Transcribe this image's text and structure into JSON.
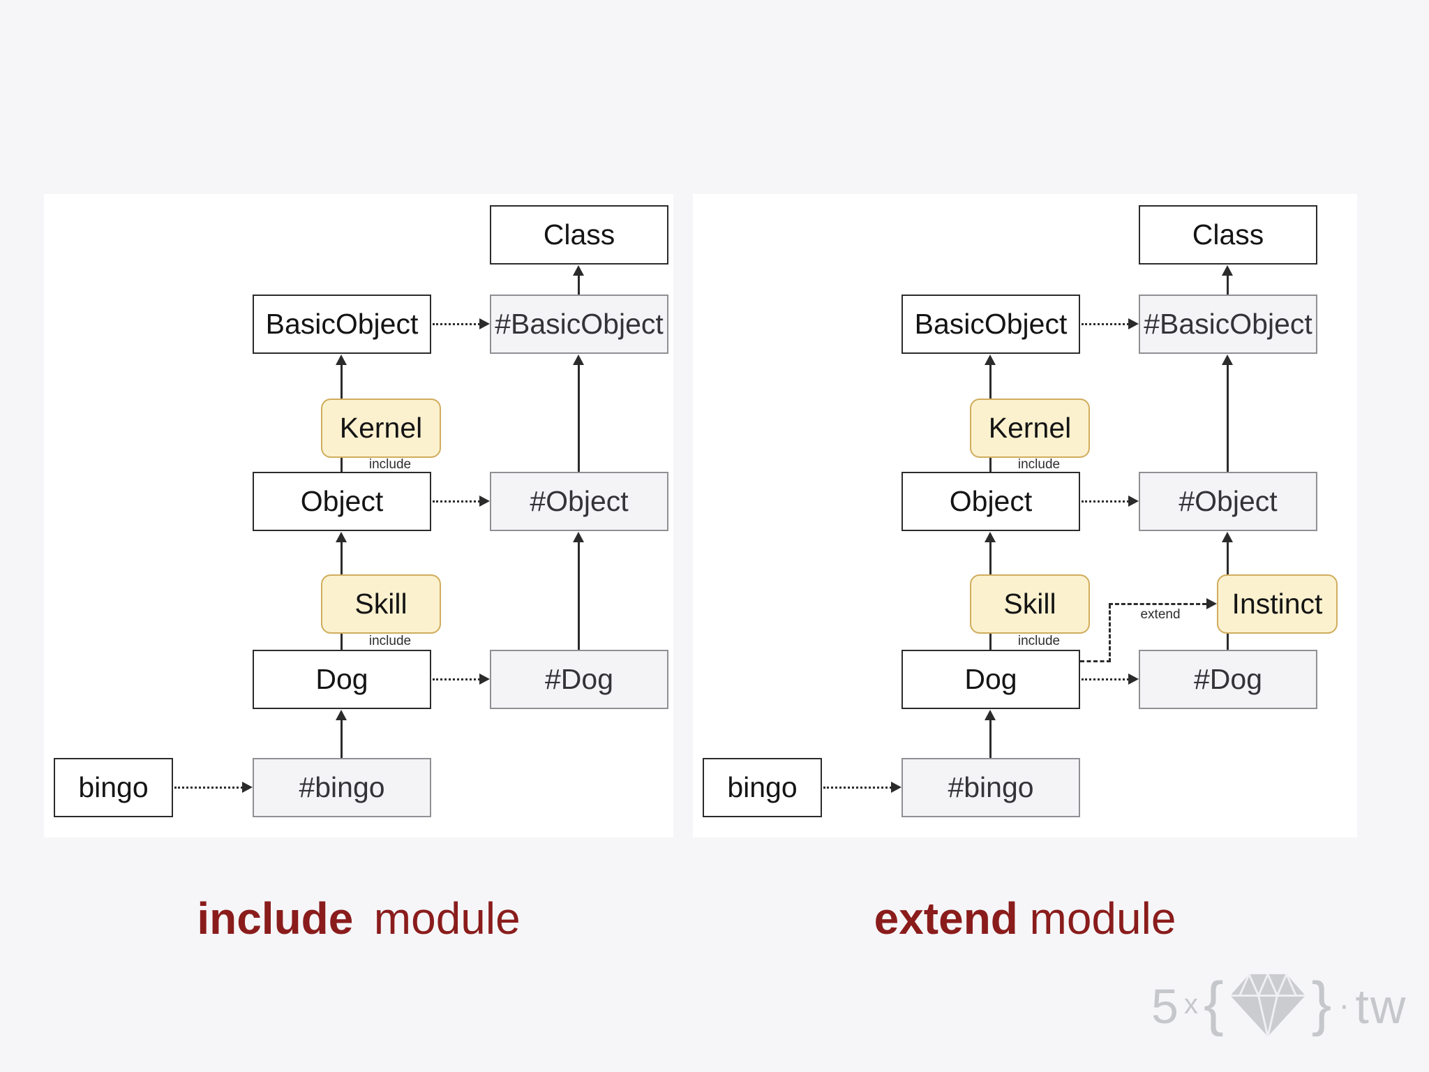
{
  "colors": {
    "background": "#f6f6f8",
    "panel": "#ffffff",
    "box_border_dark": "#2b2b2b",
    "grey_box_fill": "#f4f4f6",
    "grey_box_border": "#8f8f94",
    "module_box_fill": "#fbf1cf",
    "module_box_border": "#d0ac5c",
    "caption_red": "#8a1c1c",
    "watermark_grey": "#c6c7cb"
  },
  "boxes": {
    "class_box": "Class",
    "basic_object": "BasicObject",
    "hash_basic_object": "#BasicObject",
    "kernel": "Kernel",
    "object": "Object",
    "hash_object": "#Object",
    "skill": "Skill",
    "instinct": "Instinct",
    "dog": "Dog",
    "hash_dog": "#Dog",
    "bingo": "bingo",
    "hash_bingo": "#bingo"
  },
  "edge_labels": {
    "include": "include",
    "extend": "extend"
  },
  "captions": [
    {
      "bold": "include",
      "regular": "module"
    },
    {
      "bold": "extend",
      "regular": "module"
    }
  ],
  "watermark": {
    "five": "5",
    "times": "x",
    "brace_open": "{",
    "brace_close": "}",
    "separator": "·",
    "tw": "tw",
    "gem_icon": "ruby-gem-icon"
  }
}
